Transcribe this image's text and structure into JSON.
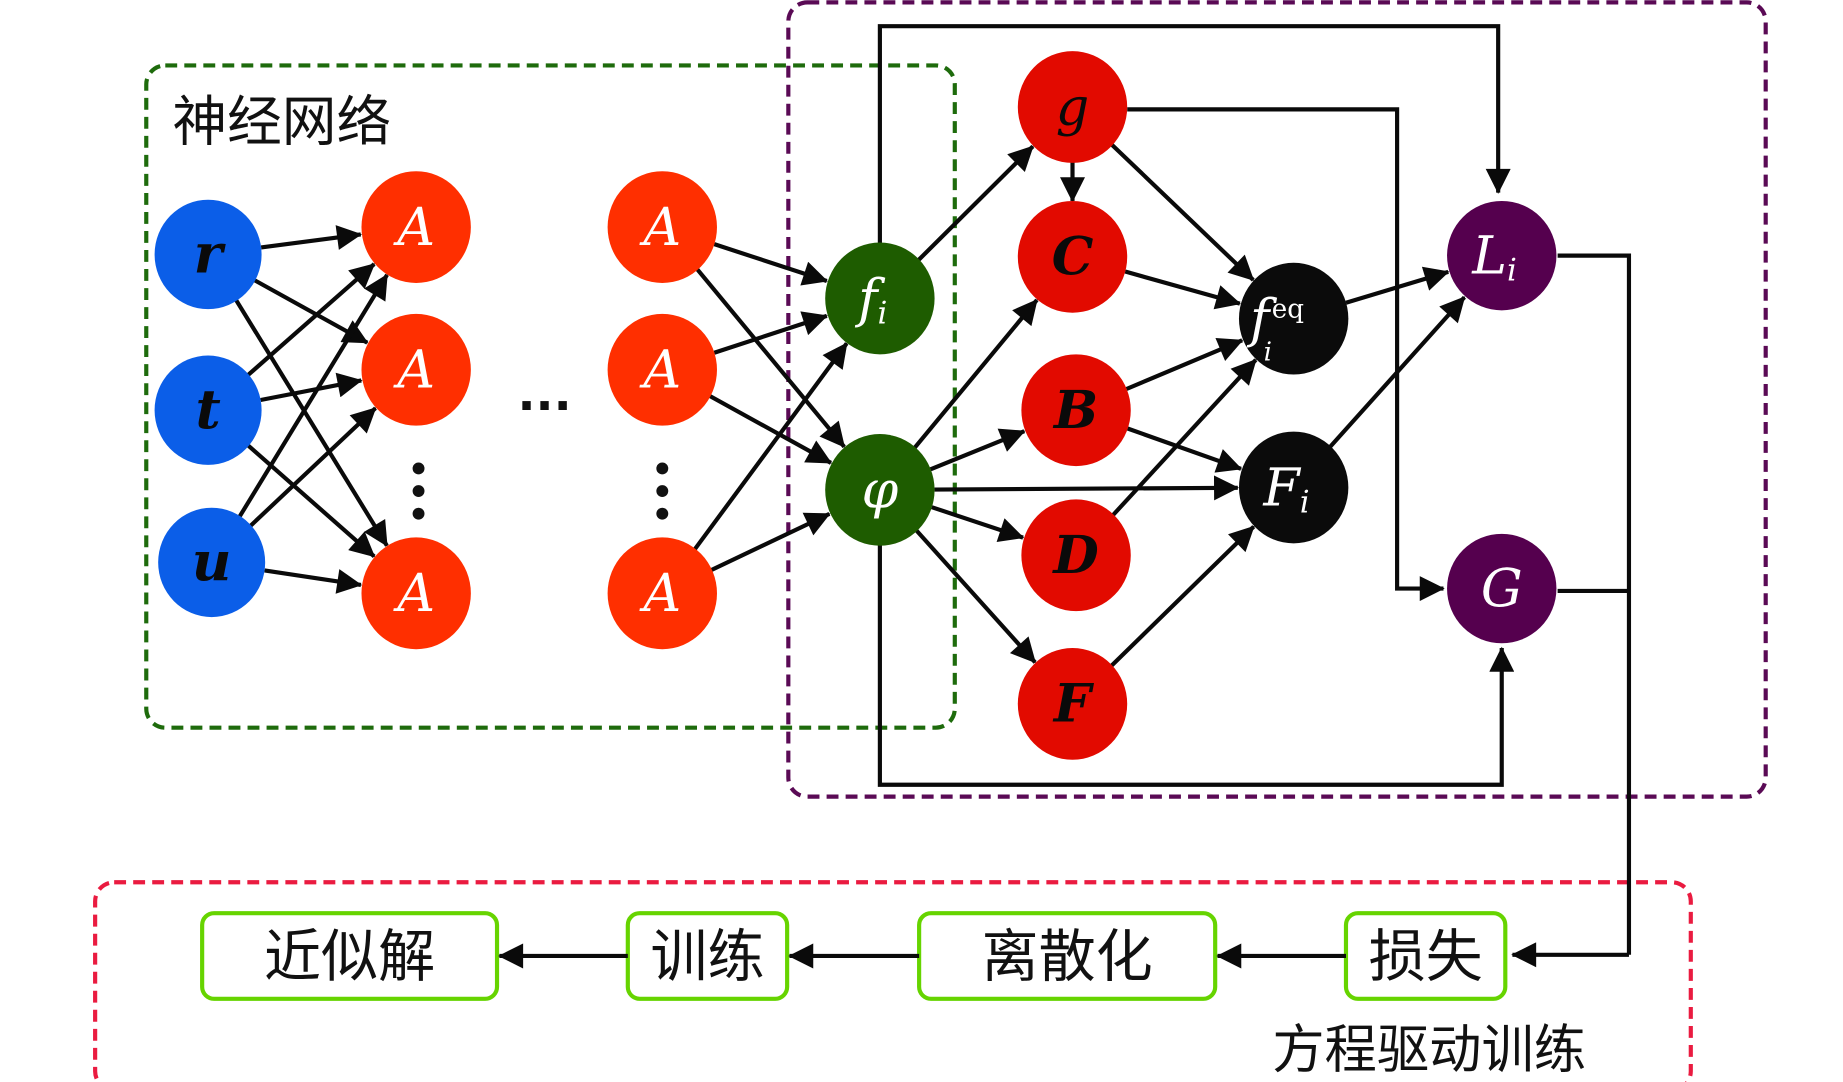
{
  "groups": {
    "neural_network": {
      "label": "神经网络",
      "color": "#1e6b0c"
    },
    "physics": {
      "label": "",
      "color": "#5a0a55"
    },
    "equation_training": {
      "label": "方程驱动训练",
      "color": "#ea1b40"
    }
  },
  "colors": {
    "input": "#0b5ee8",
    "hidden": "#ff2f00",
    "output": "#1e5c00",
    "intermediate": "#e20a00",
    "term": "#0b0b0b",
    "loss": "#55004e",
    "step_border": "#66d400"
  },
  "nodes": {
    "r": {
      "label": "r",
      "type": "input"
    },
    "t": {
      "label": "t",
      "type": "input"
    },
    "u": {
      "label": "u",
      "type": "input"
    },
    "h1a": {
      "label": "A",
      "type": "hidden"
    },
    "h1b": {
      "label": "A",
      "type": "hidden"
    },
    "h1c": {
      "label": "A",
      "type": "hidden"
    },
    "hna": {
      "label": "A",
      "type": "hidden"
    },
    "hnb": {
      "label": "A",
      "type": "hidden"
    },
    "hnc": {
      "label": "A",
      "type": "hidden"
    },
    "fi": {
      "label": "f",
      "sub": "i",
      "type": "output"
    },
    "phi": {
      "label": "φ",
      "type": "output"
    },
    "g": {
      "label": "g",
      "type": "intermediate"
    },
    "C": {
      "label": "C",
      "type": "intermediate"
    },
    "B": {
      "label": "B",
      "type": "intermediate"
    },
    "D": {
      "label": "D",
      "type": "intermediate"
    },
    "F": {
      "label": "F",
      "type": "intermediate"
    },
    "feq": {
      "label": "f",
      "sup": "eq",
      "sub": "i",
      "type": "term"
    },
    "Fi": {
      "label": "F",
      "sub": "i",
      "type": "term"
    },
    "Li": {
      "label": "L",
      "sub": "i",
      "type": "loss"
    },
    "G": {
      "label": "G",
      "type": "loss"
    }
  },
  "ellipsis": {
    "horizontal": "···",
    "vertical": "⋮"
  },
  "edges": [
    [
      "r",
      "h1a"
    ],
    [
      "r",
      "h1b"
    ],
    [
      "r",
      "h1c"
    ],
    [
      "t",
      "h1a"
    ],
    [
      "t",
      "h1b"
    ],
    [
      "t",
      "h1c"
    ],
    [
      "u",
      "h1a"
    ],
    [
      "u",
      "h1b"
    ],
    [
      "u",
      "h1c"
    ],
    [
      "hna",
      "fi"
    ],
    [
      "hna",
      "phi"
    ],
    [
      "hnb",
      "fi"
    ],
    [
      "hnb",
      "phi"
    ],
    [
      "hnc",
      "fi"
    ],
    [
      "hnc",
      "phi"
    ],
    [
      "fi",
      "g"
    ],
    [
      "g",
      "C"
    ],
    [
      "g",
      "feq"
    ],
    [
      "C",
      "feq"
    ],
    [
      "phi",
      "C"
    ],
    [
      "phi",
      "B"
    ],
    [
      "phi",
      "D"
    ],
    [
      "phi",
      "F"
    ],
    [
      "phi",
      "Fi"
    ],
    [
      "B",
      "feq"
    ],
    [
      "B",
      "Fi"
    ],
    [
      "D",
      "feq"
    ],
    [
      "F",
      "Fi"
    ],
    [
      "feq",
      "Li"
    ],
    [
      "Fi",
      "Li"
    ]
  ],
  "steps": [
    {
      "id": "approx",
      "label": "近似解"
    },
    {
      "id": "train",
      "label": "训练"
    },
    {
      "id": "discrete",
      "label": "离散化"
    },
    {
      "id": "loss",
      "label": "损失"
    }
  ]
}
